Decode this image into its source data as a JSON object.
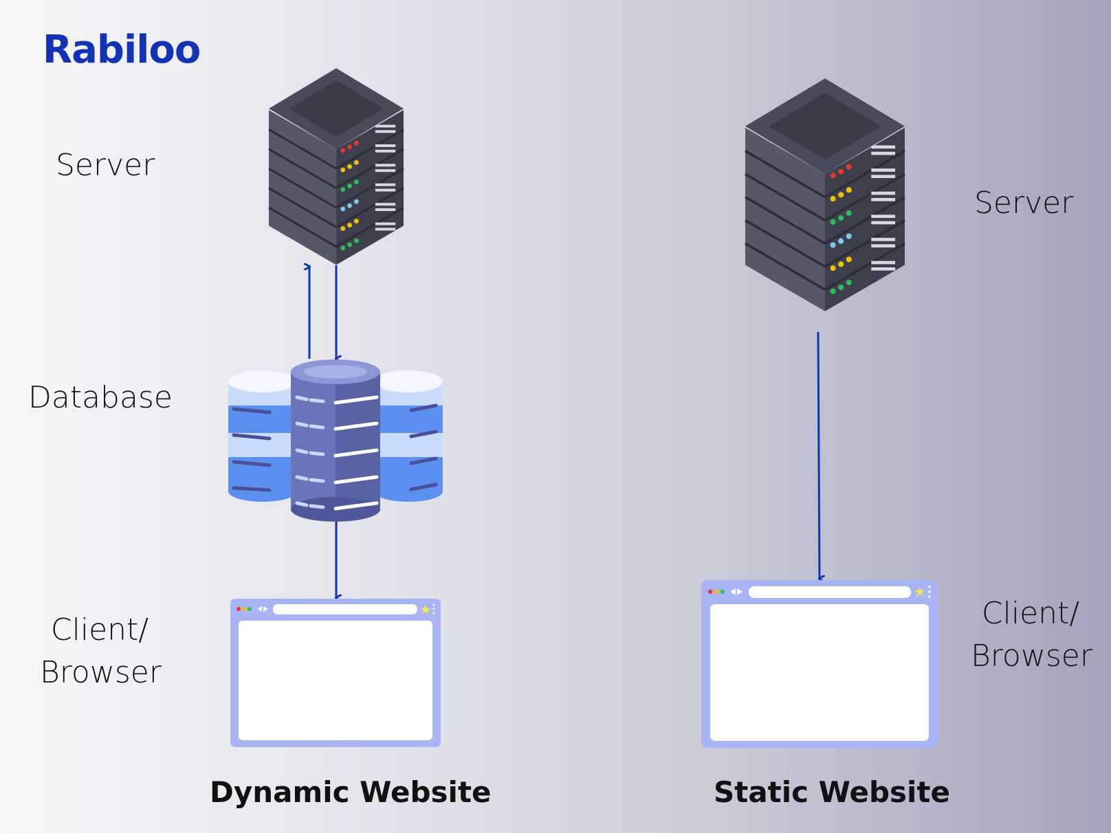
{
  "brand": {
    "name": "Rabiloo",
    "accent": "#1234b4",
    "dot_color": "#f5a623"
  },
  "dynamic": {
    "server_label": "Server",
    "database_label": "Database",
    "client_label_line1": "Client/",
    "client_label_line2": "Browser",
    "caption": "Dynamic Website"
  },
  "static": {
    "server_label": "Server",
    "client_label_line1": "Client/",
    "client_label_line2": "Browser",
    "caption": "Static Website"
  },
  "icons": {
    "server": "server-rack-icon",
    "database": "database-stack-icon",
    "browser": "browser-window-icon"
  },
  "colors": {
    "arrow": "#1234b4",
    "server_body": "#4a4b5a",
    "browser_frame": "#a8b4f5"
  }
}
